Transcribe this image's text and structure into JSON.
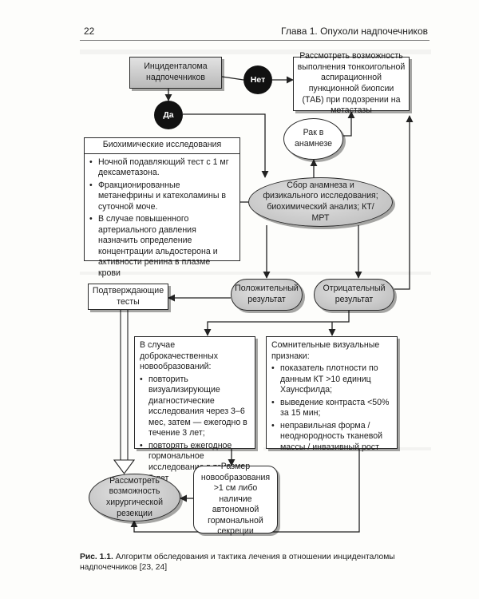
{
  "header": {
    "page_number": "22",
    "chapter": "Глава 1. Опухоли надпочечников"
  },
  "nodes": {
    "incidentaloma": "Инциденталома надпочечников",
    "no": "Нет",
    "yes": "Да",
    "biopsy": "Рассмотреть возможность выполнения тонкоигольной аспирационной пункционной биопсии (ТАБ) при подозрении на метастазы",
    "cancer_history": "Рак в анамнезе",
    "workup": "Сбор анамнеза и физикального исследования; биохимический анализ; КТ/МРТ",
    "positive": "Положительный результат",
    "negative": "Отрицательный результат",
    "confirm": "Подтверждающие тесты",
    "surgery": "Рассмотреть возможность хирургической резекции",
    "size": "Размер новообразования >1 см либо наличие автономной гормональной секреции"
  },
  "biochem": {
    "title": "Биохимические исследования",
    "items": [
      "Ночной подавляющий тест с 1 мг дексаметазона.",
      "Фракционированные метанефрины и катехоламины в суточной моче.",
      "В случае повышенного артериального давления назначить определение концентрации альдостерона и активности ренина в плазме крови"
    ]
  },
  "benign": {
    "title": "В случае доброкачественных новообразований:",
    "items": [
      "повторить визуализирующие диагностические исследования через 3–6 мес, затем — ежегодно в течение 3 лет;",
      "повторять ежегодное гормональное исследование в течение 5 лет"
    ]
  },
  "suspicious": {
    "title": "Сомнительные визуальные признаки:",
    "items": [
      "показатель плотности по данным КТ >10 единиц Хаунсфилда;",
      "выведение контраста <50% за 15 мин;",
      "неправильная форма / неоднородность тканевой массы / инвазивный рост"
    ]
  },
  "caption": {
    "label": "Рис. 1.1.",
    "text": "Алгоритм обследования и тактика лечения в отношении инциденталомы надпочечников [23, 24]"
  }
}
